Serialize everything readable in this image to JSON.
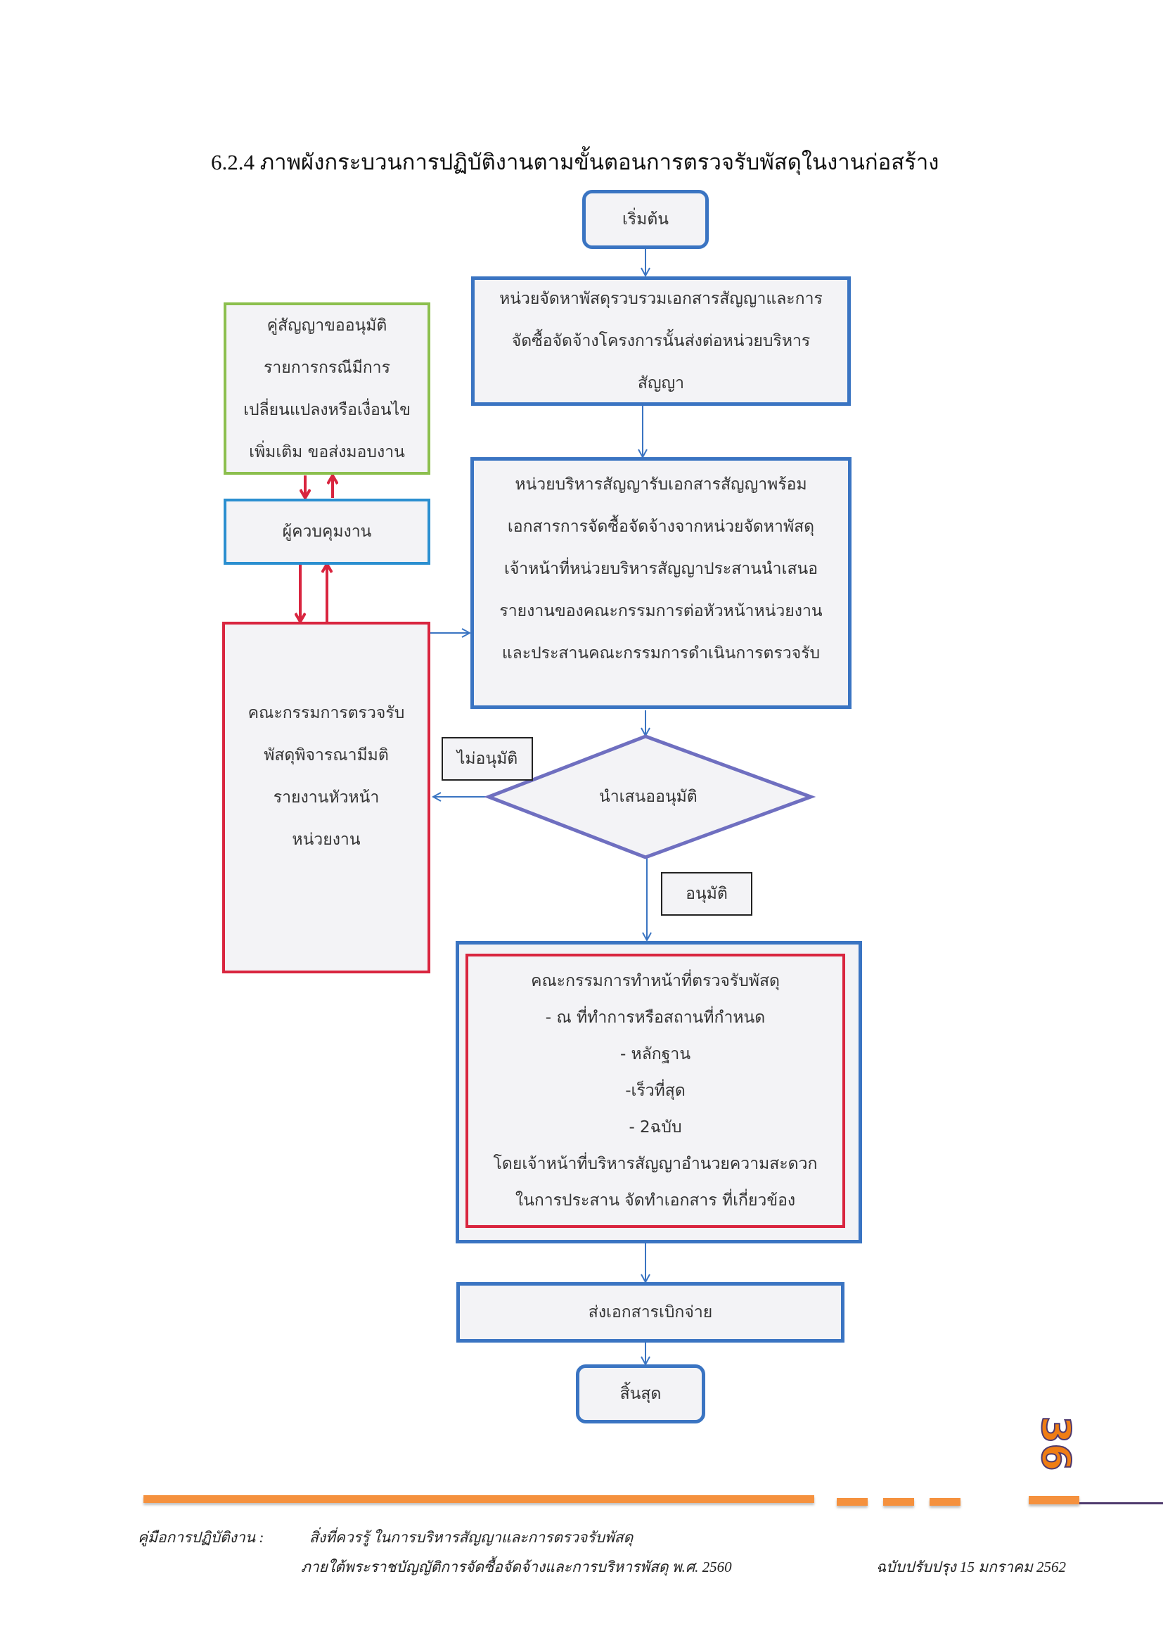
{
  "heading": "6.2.4 ภาพผังกระบวนการปฏิบัติงานตามขั้นตอนการตรวจรับพัสดุในงานก่อสร้าง",
  "flowchart": {
    "start": "เริ่มต้น",
    "step1": [
      "หน่วยจัดหาพัสดุรวบรวมเอกสารสัญญาและการ",
      "จัดซื้อจัดจ้างโครงการนั้นส่งต่อหน่วยบริหาร",
      "สัญญา"
    ],
    "step2": [
      "หน่วยบริหารสัญญารับเอกสารสัญญาพร้อม",
      "เอกสารการจัดซื้อจัดจ้างจากหน่วยจัดหาพัสดุ",
      "เจ้าหน้าที่หน่วยบริหารสัญญาประสานนำเสนอ",
      "รายงานของคณะกรรมการต่อหัวหน้าหน่วยงาน",
      "และประสานคณะกรรมการดำเนินการตรวจรับ"
    ],
    "contractor": [
      "คู่สัญญาขออนุมัติ",
      "รายการกรณีมีการ",
      "เปลี่ยนแปลงหรือเงื่อนไข",
      "เพิ่มเติม ขอส่งมอบงาน"
    ],
    "supervisor": "ผู้ควบคุมงาน",
    "committee": [
      "คณะกรรมการตรวจรับ",
      "พัสดุพิจารณามีมติ",
      "รายงานหัวหน้า",
      "หน่วยงาน"
    ],
    "decision": "นำเสนออนุมัติ",
    "reject_label": "ไม่อนุมัติ",
    "approve_label": "อนุมัติ",
    "inspection": [
      "คณะกรรมการทำหน้าที่ตรวจรับพัสดุ",
      "-  ณ ที่ทำการหรือสถานที่กำหนด",
      "- หลักฐาน",
      "-เร็วที่สุด",
      "- 2ฉบับ",
      "โดยเจ้าหน้าที่บริหารสัญญาอำนวยความสะดวก",
      "ในการประสาน จัดทำเอกสาร ที่เกี่ยวข้อง"
    ],
    "payment": "ส่งเอกสารเบิกจ่าย",
    "end": "สิ้นสุด",
    "colors": {
      "process": "#3a74c2",
      "contractor": "#8cbf4e",
      "supervisor": "#2b8fd0",
      "committee": "#d9253f",
      "decision": "#6f6fc0",
      "feedback_arrow": "#d9253f"
    }
  },
  "page_number": "36",
  "footer": {
    "manual_label": "คู่มือการปฏิบัติงาน :",
    "line1": "สิ่งที่ควรรู้ ในการบริหารสัญญาและการตรวจรับพัสดุ",
    "line2": "ภายใต้พระราชบัญญัติการจัดซื้อจัดจ้างและการบริหารพัสดุ พ.ศ. 2560",
    "revision": "ฉบับปรับปรุง  15  มกราคม 2562"
  },
  "accent_colors": {
    "footer_bar": "#f5913e",
    "page_number": "#ef7d14",
    "page_number_outline": "#4f3a6e"
  }
}
